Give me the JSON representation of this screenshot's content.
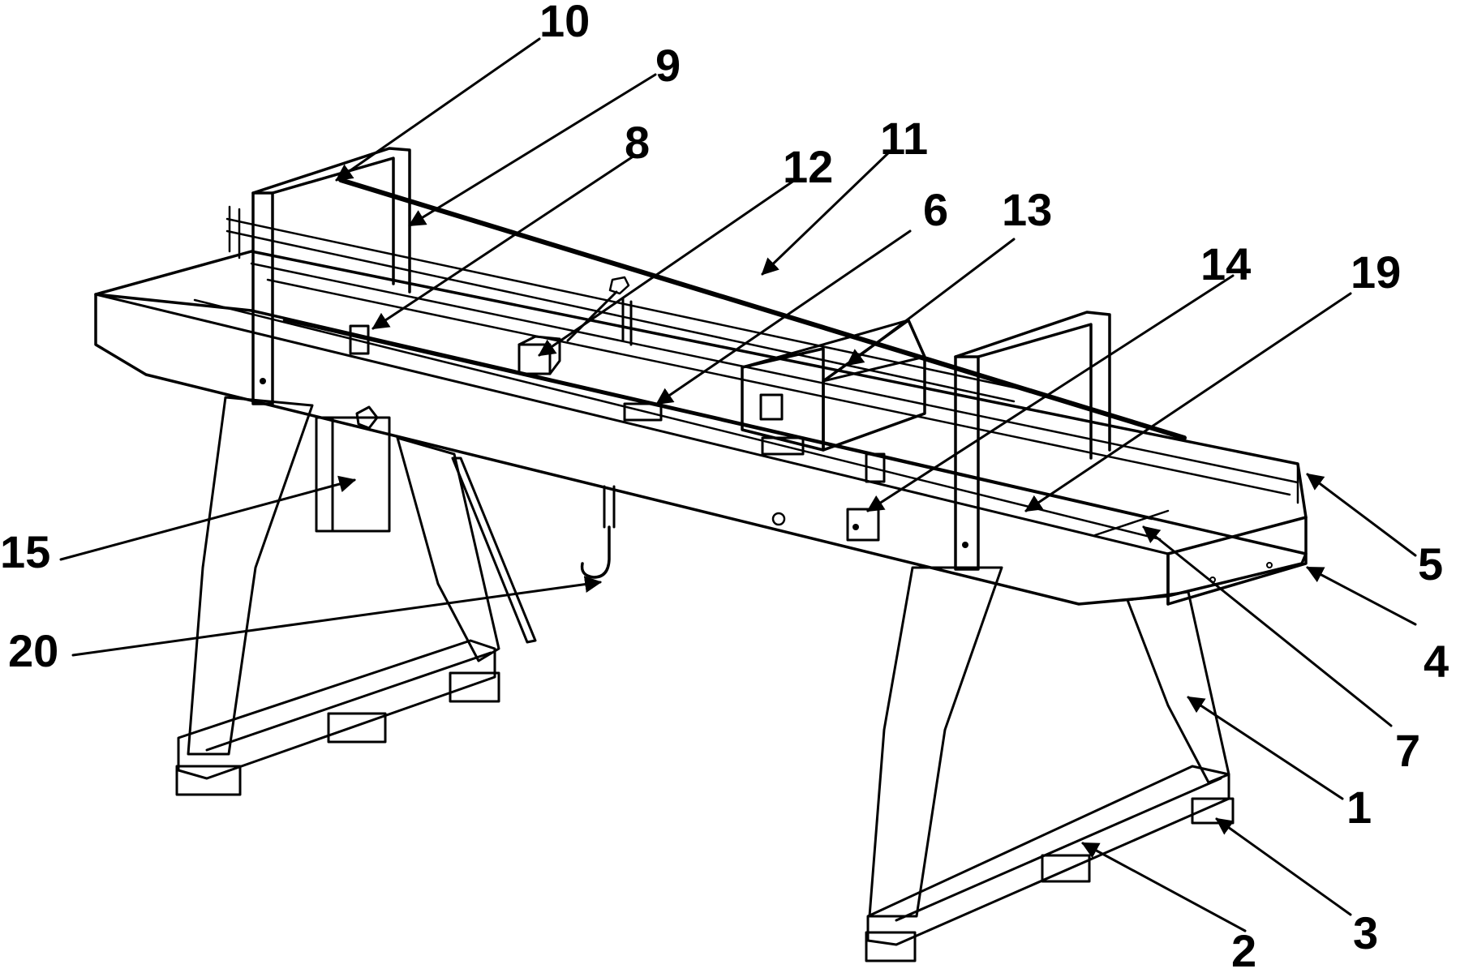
{
  "labels": {
    "l1": "1",
    "l2": "2",
    "l3": "3",
    "l4": "4",
    "l5": "5",
    "l6": "6",
    "l7": "7",
    "l8": "8",
    "l9": "9",
    "l10": "10",
    "l11": "11",
    "l12": "12",
    "l13": "13",
    "l14": "14",
    "l15": "15",
    "l19": "19",
    "l20": "20"
  }
}
